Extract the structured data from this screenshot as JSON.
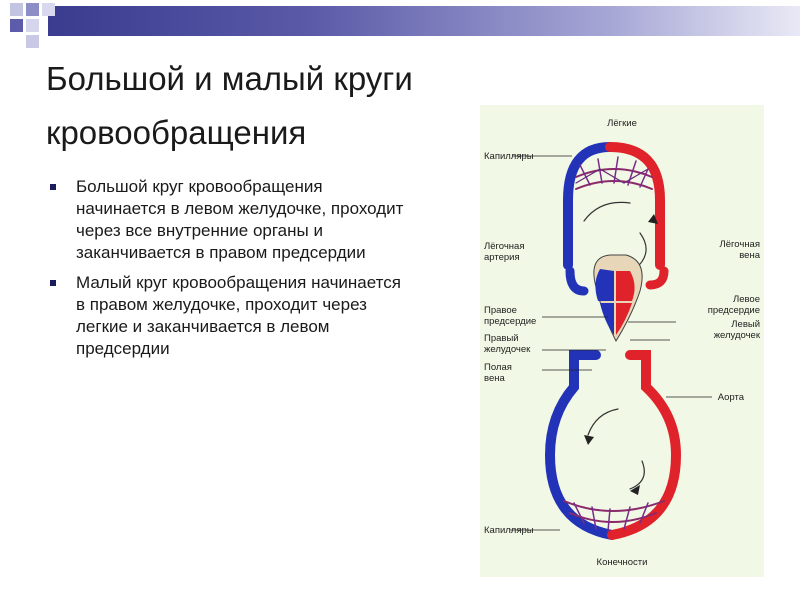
{
  "slide": {
    "title_line1": "Большой и малый круги",
    "title_line2": "кровообращения"
  },
  "bullets": [
    {
      "text": "Большой круг кровообращения начинается в левом желудочке, проходит через все внутренние органы и заканчивается в правом предсердии"
    },
    {
      "text": "Малый круг кровообращения начинается в правом желудочке, проходит через легкие и заканчивается в левом предсердии"
    }
  ],
  "diagram": {
    "labels": {
      "lungs": "Лёгкие",
      "capillaries_top": "Капилляры",
      "pulmonary_artery": "Лёгочная\nартерия",
      "pulmonary_vein": "Лёгочная\nвена",
      "right_atrium": "Правое\nпредсердие",
      "left_atrium": "Левое\nпредсердие",
      "right_ventricle": "Правый\nжелудочек",
      "left_ventricle": "Левый\nжелудочек",
      "vena_cava": "Полая\nвена",
      "aorta": "Аорта",
      "capillaries_bottom": "Капилляры",
      "limbs": "Конечности"
    },
    "colors": {
      "arterial": "#e0222a",
      "venous": "#2233b8",
      "background": "#f1f8e5"
    }
  }
}
